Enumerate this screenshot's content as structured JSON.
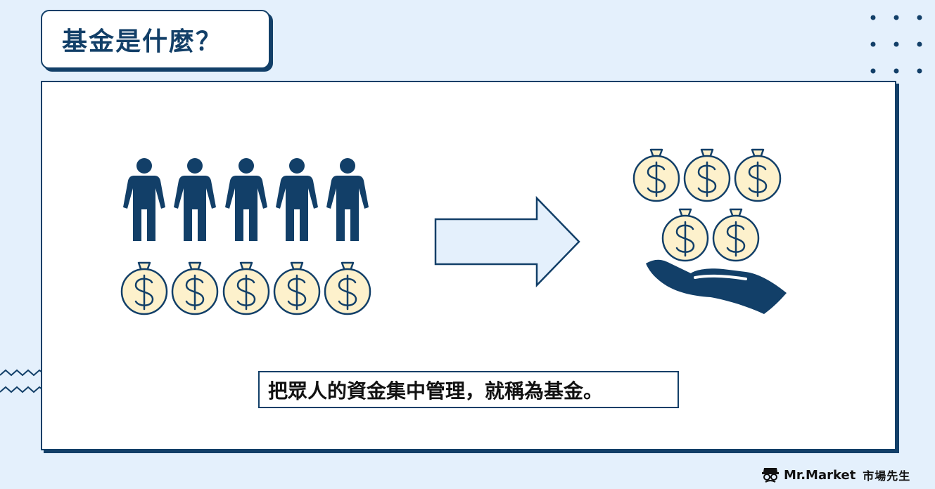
{
  "title": "基金是什麼？",
  "caption": "把眾人的資金集中管理，就稱為基金。",
  "brand": {
    "name": "Mr.Market",
    "sub": "市場先生"
  },
  "colors": {
    "navy": "#123f68",
    "background": "#e4f0fc",
    "bag_fill": "#fdf1cc",
    "arrow_fill": "#e4f0fc"
  },
  "icons": {
    "person": "person-icon",
    "money_bag": "money-bag-icon",
    "arrow": "right-arrow-icon",
    "hand": "hand-icon",
    "logo": "mr-market-logo-icon"
  },
  "diagram": {
    "left_people_count": 5,
    "left_bag_count": 5,
    "right_bag_count": 5,
    "bag_symbol": "$"
  }
}
